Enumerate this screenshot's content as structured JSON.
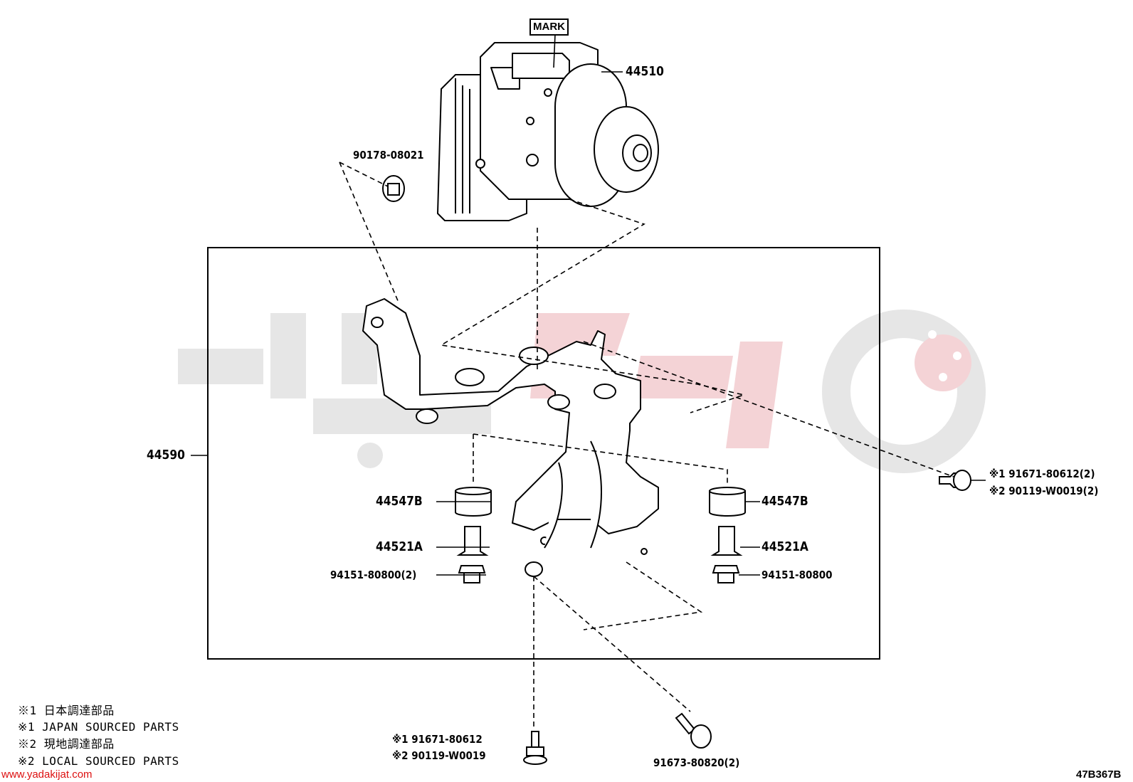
{
  "watermark": {
    "text": "یدکی جات",
    "url": "www.yadakijat.com",
    "color_grey": "#d9d9d9",
    "color_red": "#f1c9cc"
  },
  "mark_label": "MARK",
  "parts": {
    "p44510": "44510",
    "p90178": "90178-08021",
    "p44590": "44590",
    "p44547B_left": "44547B",
    "p44547B_right": "44547B",
    "p44521A_left": "44521A",
    "p44521A_right": "44521A",
    "p94151_left": "94151-80800(2)",
    "p94151_right": "94151-80800",
    "right_bolt_1": "※1 91671-80612(2)",
    "right_bolt_2": "※2 90119-W0019(2)",
    "bottom_bolt_1": "※1 91671-80612",
    "bottom_bolt_2": "※2 90119-W0019",
    "p91673": "91673-80820(2)"
  },
  "notes": [
    "※1 日本調達部品",
    "※1 JAPAN SOURCED PARTS",
    "※2 現地調達部品",
    "※2 LOCAL SOURCED PARTS"
  ],
  "diagram_code": "47B367B",
  "icons": [
    "abs-actuator-icon",
    "bracket-icon",
    "bolt-icon",
    "nut-icon",
    "cushion-icon",
    "collar-icon"
  ]
}
